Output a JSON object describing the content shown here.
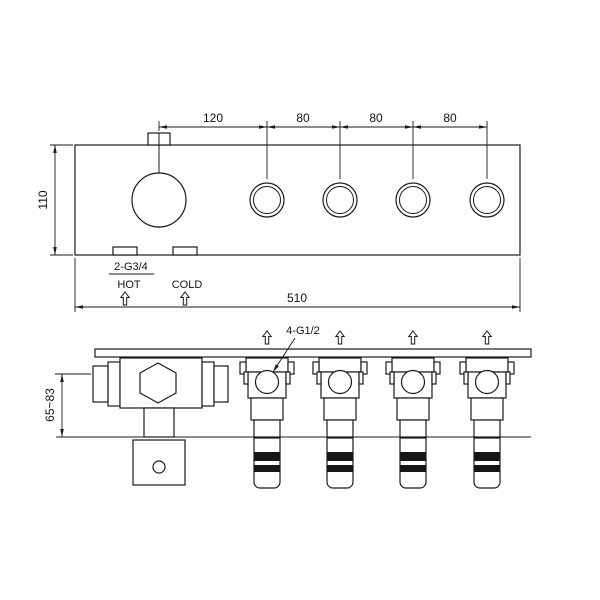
{
  "front_view": {
    "dim_spacing": [
      "120",
      "80",
      "80",
      "80"
    ],
    "dim_height": "110",
    "dim_width": "510",
    "inlet_thread_label": "2-G3/4",
    "hot_label": "HOT",
    "cold_label": "COLD"
  },
  "section_view": {
    "outlet_thread_label": "4-G1/2",
    "dim_depth_range": "65~83"
  },
  "colors": {
    "line": "#1a1a1a",
    "text": "#111111",
    "band": "#161616",
    "background": "#ffffff"
  }
}
